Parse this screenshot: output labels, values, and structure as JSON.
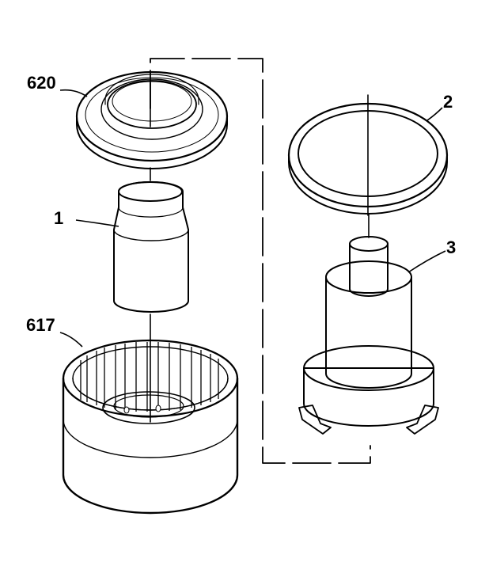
{
  "labels": {
    "part_620": "620",
    "part_1": "1",
    "part_617": "617",
    "part_2": "2",
    "part_3": "3"
  },
  "colors": {
    "line": "#000000",
    "background": "#ffffff",
    "shade": "#d9d9d9"
  }
}
